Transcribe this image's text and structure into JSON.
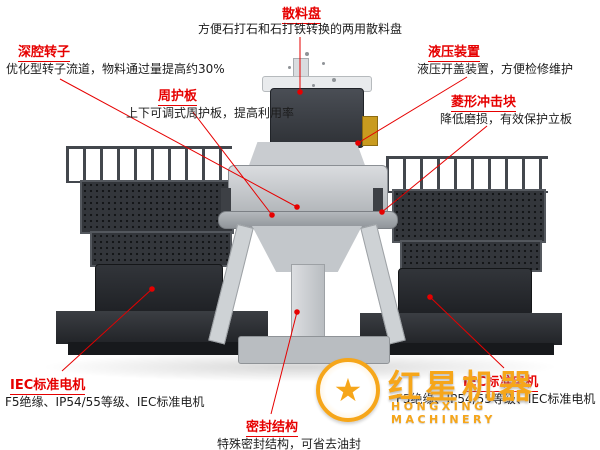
{
  "callouts": {
    "disperser": {
      "title": "散料盘",
      "desc": "方便石打石和石打铁转换的两用散料盘"
    },
    "rotor": {
      "title": "深腔转子",
      "desc": "优化型转子流道，物料通过量提高约30%"
    },
    "guard": {
      "title": "周护板",
      "desc": "上下可调式周护板，提高利用率"
    },
    "hydraulic": {
      "title": "液压装置",
      "desc": "液压开盖装置，方便检修维护"
    },
    "impact_block": {
      "title": "菱形冲击块",
      "desc": "降低磨损，有效保护立板"
    },
    "motor_left": {
      "title": "IEC标准电机",
      "desc": "F5绝缘、IP54/55等级、IEC标准电机"
    },
    "seal": {
      "title": "密封结构",
      "desc": "特殊密封结构，可省去油封"
    },
    "motor_right": {
      "title": "IEC标准电机",
      "desc": "F5绝缘、IP54/55等级、IEC标准电机"
    }
  },
  "logo": {
    "star_glyph": "★",
    "name_cn": "红星机器",
    "name_en": "HONGXING MACHINERY"
  },
  "colors": {
    "callout_red": "#e60000",
    "logo_orange": "#f6a61a"
  }
}
